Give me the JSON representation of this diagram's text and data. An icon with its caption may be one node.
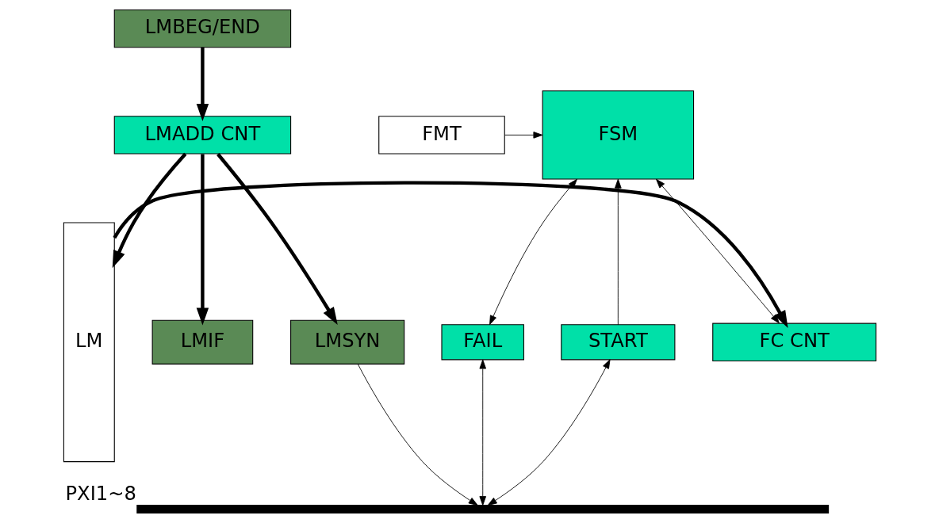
{
  "diagram": {
    "nodes": [
      {
        "text": [
          "FSM"
        ]
      },
      {
        "text": [
          "FMT"
        ]
      },
      {
        "text": [
          "FC CNT"
        ]
      },
      {
        "text": [
          "LM"
        ]
      },
      {
        "text": [
          "LMBEG/END"
        ]
      },
      {
        "text": [
          "LMADD CNT"
        ]
      },
      {
        "text": [
          "START"
        ]
      },
      {
        "text": [
          "FAIL"
        ]
      },
      {
        "text": [
          "LMIF"
        ]
      },
      {
        "text": [
          "LMSYN"
        ]
      },
      {
        "text": [],
        "shape": "bar",
        "beside": [
          "PXI1~8"
        ]
      }
    ],
    "edges": [
      {
        "from": 1,
        "to": 0,
        "arrow": "to"
      },
      {
        "from": 0,
        "to": 2,
        "arrow": "both"
      },
      {
        "from": 3,
        "to": 2,
        "arrow": "to",
        "style": "thick"
      },
      {
        "from": 4,
        "to": 5,
        "arrow": "to",
        "style": "thick"
      },
      {
        "from": 5,
        "to": 3,
        "arrow": "to",
        "style": "thick"
      },
      {
        "from": 5,
        "to": 8,
        "arrow": "to",
        "style": "thick"
      },
      {
        "from": 5,
        "to": 9,
        "arrow": "to",
        "style": "thick"
      },
      {
        "from": 6,
        "to": 0,
        "arrow": "to"
      },
      {
        "from": 0,
        "to": 7,
        "arrow": "both"
      },
      {
        "from": 10,
        "to": 6,
        "arrow": "both"
      },
      {
        "from": 10,
        "to": 7,
        "arrow": "both"
      },
      {
        "from": 9,
        "to": 10,
        "arrow": "to"
      }
    ]
  }
}
